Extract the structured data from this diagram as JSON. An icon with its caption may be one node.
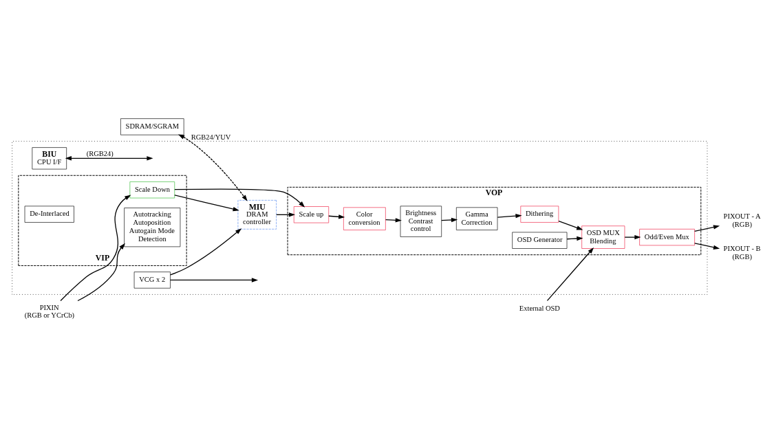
{
  "diagram": {
    "nodes": [
      {
        "text": [
          "SDRAM/SGRAM"
        ]
      },
      {
        "text": [],
        "shape": "box"
      },
      {
        "text": [
          "PIXIN",
          "(RGB or YCrCb)"
        ]
      },
      {
        "text": [
          "VIP"
        ],
        "in": 1
      },
      {
        "text": [
          "Scale Down"
        ],
        "in": 3
      },
      {
        "text": [
          "Autotracking Autoposition Autogain Mode Detection"
        ],
        "in": 3
      },
      {
        "text": [
          "De-Interlaced"
        ],
        "in": 3
      },
      {
        "text": [
          "MIU",
          "DRAM controller"
        ],
        "in": 1
      },
      {
        "text": [
          "VOP"
        ],
        "in": 1
      },
      {
        "text": [
          "Scale up"
        ],
        "in": 8
      },
      {
        "text": [
          "Color conversion"
        ],
        "in": 8
      },
      {
        "text": [
          "Brightness Contrast control"
        ],
        "in": 8
      },
      {
        "text": [
          "OSD Generator"
        ],
        "in": 8
      },
      {
        "text": [
          "Gamma Correction"
        ],
        "in": 8
      },
      {
        "text": [
          "Odd/Even Mux"
        ],
        "in": 8
      },
      {
        "text": [
          "Dithering"
        ],
        "in": 8
      },
      {
        "text": [
          "OSD MUX Blending"
        ],
        "in": 8
      },
      {
        "text": [
          "BIU",
          "CPU I/F"
        ],
        "in": 1
      },
      {
        "text": [
          "VCG x 2"
        ],
        "in": 1
      },
      {
        "text": [
          "PIXOUT - A (RGB)"
        ]
      },
      {
        "text": [
          "PIXOUT - B (RGB)"
        ]
      },
      {
        "text": [
          "External OSD"
        ]
      }
    ],
    "edges": [
      {
        "from": 0,
        "to": 7,
        "arrow": "both",
        "style": "dashed",
        "label": "RGB24/YUV"
      },
      {
        "from": 2,
        "to": 4,
        "arrow": "to"
      },
      {
        "from": 2,
        "to": 5,
        "arrow": "to"
      },
      {
        "from": 4,
        "to": 7,
        "arrow": "to"
      },
      {
        "from": 4,
        "to": 9,
        "arrow": "to"
      },
      {
        "from": 7,
        "to": 9,
        "arrow": "to"
      },
      {
        "from": 18,
        "to": 7,
        "arrow": "to"
      },
      {
        "from": 18,
        "to": null,
        "arrow": "to"
      },
      {
        "from": 9,
        "to": 10,
        "arrow": "to"
      },
      {
        "from": 10,
        "to": 11,
        "arrow": "to"
      },
      {
        "from": 11,
        "to": 13,
        "arrow": "to"
      },
      {
        "from": 13,
        "to": 15,
        "arrow": "to"
      },
      {
        "from": 15,
        "to": 16,
        "arrow": "to"
      },
      {
        "from": 12,
        "to": 16,
        "arrow": "to"
      },
      {
        "from": 21,
        "to": 16,
        "arrow": "to"
      },
      {
        "from": 16,
        "to": 14,
        "arrow": "to"
      },
      {
        "from": 14,
        "to": 19,
        "arrow": "to"
      },
      {
        "from": 14,
        "to": 20,
        "arrow": "to"
      },
      {
        "from": null,
        "to": 17,
        "arrow": "both",
        "label": "(RGB24)"
      }
    ]
  }
}
